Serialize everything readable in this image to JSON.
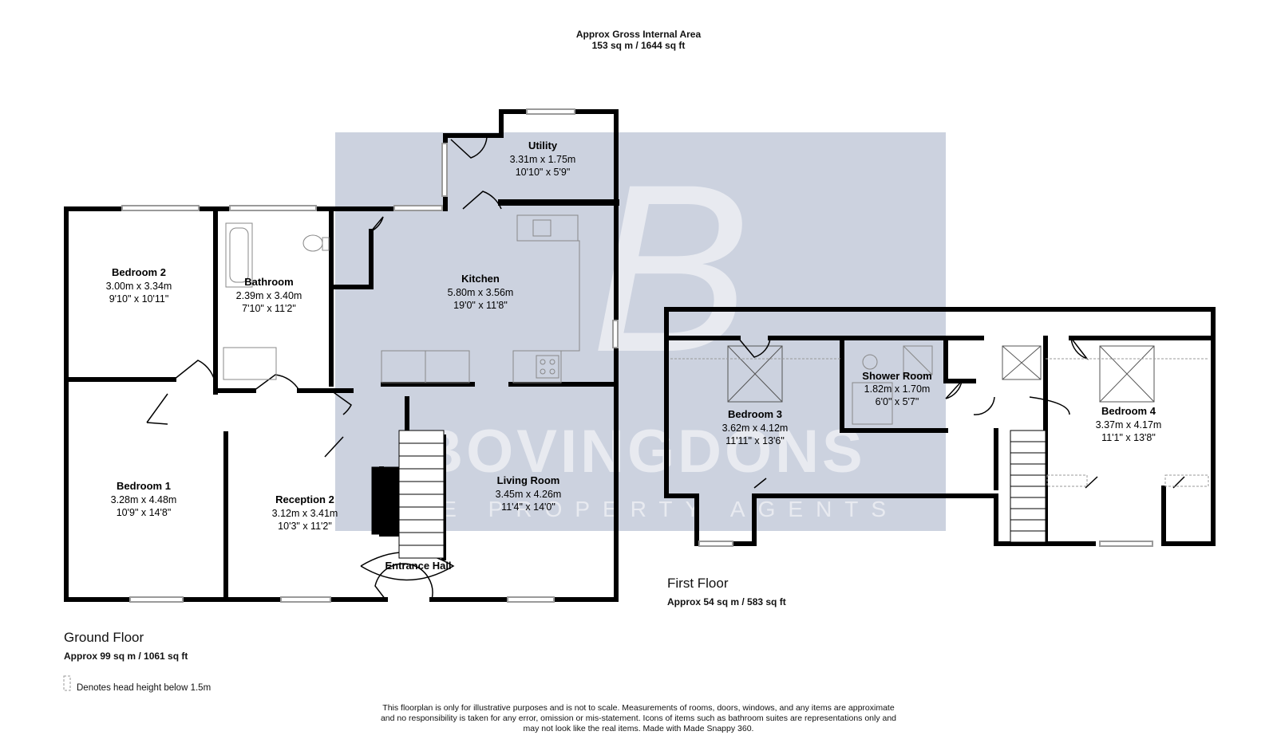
{
  "header": {
    "title": "Approx Gross Internal Area",
    "area": "153 sq m / 1644 sq ft"
  },
  "watermark": {
    "brand": "BOVINGDONS",
    "tagline": "THE PROPERTY AGENTS",
    "monogram": "B"
  },
  "ground_floor": {
    "title": "Ground Floor",
    "area": "Approx 99 sq m / 1061 sq ft",
    "rooms": [
      {
        "name": "Bedroom 2",
        "metric": "3.00m x 3.34m",
        "imperial": "9'10\" x 10'11\""
      },
      {
        "name": "Bathroom",
        "metric": "2.39m x 3.40m",
        "imperial": "7'10\" x 11'2\""
      },
      {
        "name": "Utility",
        "metric": "3.31m x 1.75m",
        "imperial": "10'10\" x 5'9\""
      },
      {
        "name": "Kitchen",
        "metric": "5.80m x 3.56m",
        "imperial": "19'0\" x 11'8\""
      },
      {
        "name": "Bedroom 1",
        "metric": "3.28m x 4.48m",
        "imperial": "10'9\" x 14'8\""
      },
      {
        "name": "Reception 2",
        "metric": "3.12m x 3.41m",
        "imperial": "10'3\" x 11'2\""
      },
      {
        "name": "Living Room",
        "metric": "3.45m x 4.26m",
        "imperial": "11'4\" x 14'0\""
      },
      {
        "name": "Entrance Hall",
        "metric": "",
        "imperial": ""
      }
    ]
  },
  "first_floor": {
    "title": "First Floor",
    "area": "Approx 54 sq m / 583 sq ft",
    "rooms": [
      {
        "name": "Bedroom 3",
        "metric": "3.62m x 4.12m",
        "imperial": "11'11\" x 13'6\""
      },
      {
        "name": "Shower Room",
        "metric": "1.82m x 1.70m",
        "imperial": "6'0\" x 5'7\""
      },
      {
        "name": "Bedroom 4",
        "metric": "3.37m x 4.17m",
        "imperial": "11'1\" x 13'8\""
      }
    ]
  },
  "legend": {
    "text": "Denotes head height below 1.5m"
  },
  "disclaimer": [
    "This floorplan is only for illustrative purposes and is not to scale. Measurements of rooms, doors, windows, and any items are approximate",
    "and no responsibility is taken for any error, omission or mis-statement. Icons of items such as bathroom suites are representations only and",
    "may not look like the real items. Made with Made Snappy 360."
  ],
  "colors": {
    "wall": "#000000",
    "watermark": "#b9c1d3",
    "window": "#9a9a9a"
  }
}
